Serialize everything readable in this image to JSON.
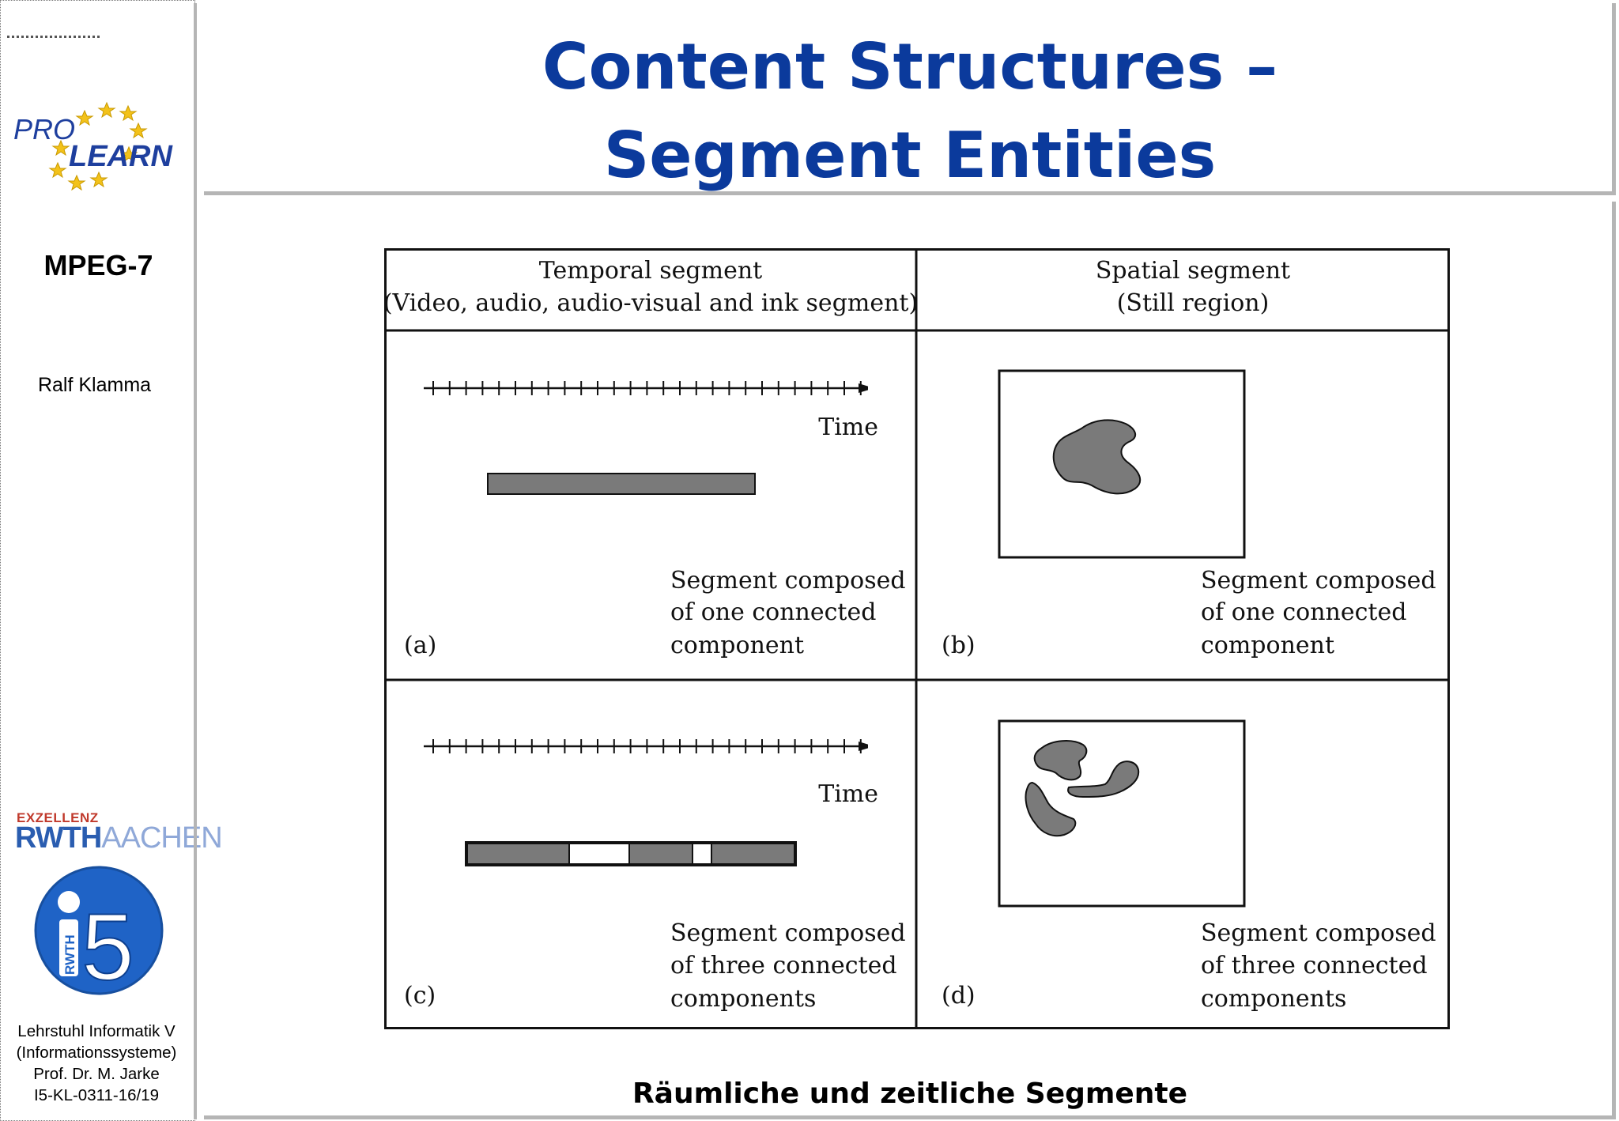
{
  "slide": {
    "title_line1": "Content Structures –",
    "title_line2": "Segment Entities",
    "caption": "Räumliche und zeitliche Segmente"
  },
  "sidebar": {
    "course": "MPEG-7",
    "author": "Ralf Klamma",
    "prolearn_logo": {
      "line1": "PRO",
      "line2": "LEARN"
    },
    "rwth_logo": {
      "prefix": "EXZELLENZ",
      "name": "RWTH",
      "city": "AACHEN"
    },
    "i5_logo": {
      "label": "RWTH",
      "number": "5"
    },
    "footer": [
      "Lehrstuhl Informatik V",
      "(Informationssysteme)",
      "Prof. Dr. M. Jarke",
      "I5-KL-0311-16/19"
    ]
  },
  "figure": {
    "headers": {
      "temporal_line1": "Temporal segment",
      "temporal_line2": "(Video, audio, audio-visual and ink segment)",
      "spatial_line1": "Spatial segment",
      "spatial_line2": "(Still region)"
    },
    "time_label": "Time",
    "panels": {
      "a": {
        "tag": "(a)",
        "text": [
          "Segment composed",
          "of one connected",
          "component"
        ]
      },
      "b": {
        "tag": "(b)",
        "text": [
          "Segment composed",
          "of one connected",
          "component"
        ]
      },
      "c": {
        "tag": "(c)",
        "text": [
          "Segment composed",
          "of three connected",
          "components"
        ]
      },
      "d": {
        "tag": "(d)",
        "text": [
          "Segment composed",
          "of three connected",
          "components"
        ]
      }
    }
  },
  "colors": {
    "title_blue": "#0b3a9c",
    "segment_gray": "#7a7a7a",
    "frame_gray": "#b5b5b5"
  }
}
